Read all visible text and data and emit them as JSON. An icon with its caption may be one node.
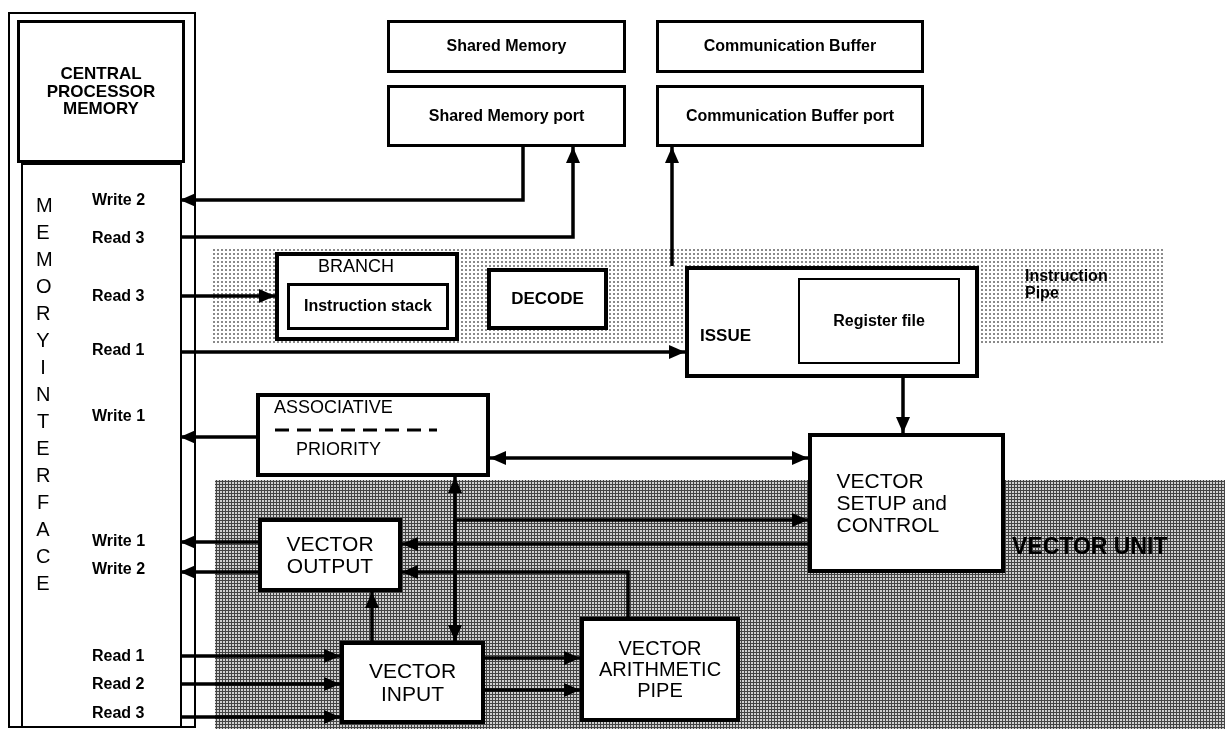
{
  "diagram": {
    "nodes": [
      {
        "text": [],
        "shape": "box"
      },
      {
        "text": [
          "CENTRAL PROCESSOR MEMORY"
        ],
        "in": 0
      },
      {
        "text": [
          "MEMORY INTERFACE"
        ],
        "in": 0
      },
      {
        "text": [
          "Write 2"
        ],
        "in": 2
      },
      {
        "text": [
          "Read 3"
        ],
        "in": 2
      },
      {
        "text": [
          "Read 3"
        ],
        "in": 2
      },
      {
        "text": [
          "Read 1"
        ],
        "in": 2
      },
      {
        "text": [
          "Write 1"
        ],
        "in": 2
      },
      {
        "text": [
          "Write 1"
        ],
        "in": 2
      },
      {
        "text": [
          "Write 2"
        ],
        "in": 2
      },
      {
        "text": [
          "Read 1"
        ],
        "in": 2
      },
      {
        "text": [
          "Read 2"
        ],
        "in": 2
      },
      {
        "text": [
          "Read 3"
        ],
        "in": 2
      },
      {
        "text": [
          "Shared Memory"
        ]
      },
      {
        "text": [
          "Shared Memory port"
        ]
      },
      {
        "text": [
          "Communication Buffer"
        ]
      },
      {
        "text": [
          "Communication Buffer port"
        ]
      },
      {
        "text": [
          "Instruction Pipe"
        ]
      },
      {
        "text": [
          "BRANCH"
        ],
        "in": 17
      },
      {
        "text": [
          "Instruction stack"
        ],
        "in": 18
      },
      {
        "text": [
          "DECODE"
        ],
        "in": 17
      },
      {
        "text": [
          "ISSUE"
        ]
      },
      {
        "text": [
          "Register file"
        ],
        "in": 21
      },
      {
        "text": [
          "ASSOCIATIVE",
          "PRIORITY"
        ]
      },
      {
        "text": [
          "VECTOR UNIT"
        ]
      },
      {
        "text": [
          "VECTOR SETUP and CONTROL"
        ]
      },
      {
        "text": [
          "VECTOR OUTPUT"
        ],
        "in": 24
      },
      {
        "text": [
          "VECTOR INPUT"
        ],
        "in": 24
      },
      {
        "text": [
          "VECTOR ARITHMETIC PIPE"
        ],
        "in": 24
      }
    ],
    "edges": [
      {
        "from": 14,
        "to": 3,
        "arrow": "to"
      },
      {
        "from": 4,
        "to": 14,
        "arrow": "to"
      },
      {
        "from": 5,
        "to": 18,
        "arrow": "to"
      },
      {
        "from": 6,
        "to": 21,
        "arrow": "to"
      },
      {
        "from": 21,
        "to": 16,
        "arrow": "to"
      },
      {
        "from": 21,
        "to": 25,
        "arrow": "to"
      },
      {
        "from": 23,
        "to": 7,
        "arrow": "to"
      },
      {
        "from": 23,
        "to": 25,
        "arrow": "both"
      },
      {
        "from": 23,
        "to": 27,
        "arrow": "both"
      },
      {
        "from": 27,
        "to": 25,
        "arrow": "to"
      },
      {
        "from": 25,
        "to": 26,
        "arrow": "to"
      },
      {
        "from": 28,
        "to": 26,
        "arrow": "to"
      },
      {
        "from": 26,
        "to": 8,
        "arrow": "to"
      },
      {
        "from": 26,
        "to": 9,
        "arrow": "to"
      },
      {
        "from": 27,
        "to": 26,
        "arrow": "to"
      },
      {
        "from": 10,
        "to": 27,
        "arrow": "to"
      },
      {
        "from": 11,
        "to": 27,
        "arrow": "to"
      },
      {
        "from": 12,
        "to": 27,
        "arrow": "to"
      },
      {
        "from": 27,
        "to": 28,
        "arrow": "to"
      },
      {
        "from": 27,
        "to": 28,
        "arrow": "to"
      }
    ]
  }
}
